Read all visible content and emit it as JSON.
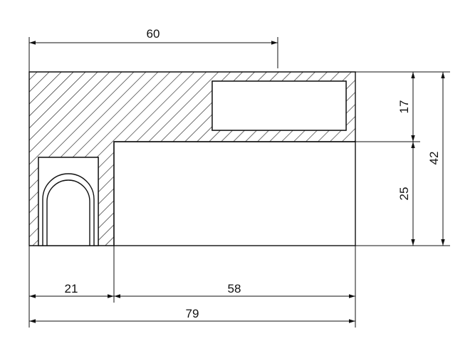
{
  "drawing": {
    "dimensions": {
      "top_width": "60",
      "upper_height": "17",
      "lower_height": "25",
      "total_height": "42",
      "left_width": "21",
      "right_width": "58",
      "total_width": "79"
    },
    "colors": {
      "line": "#111111",
      "hatch": "#222222",
      "background": "#ffffff"
    }
  }
}
